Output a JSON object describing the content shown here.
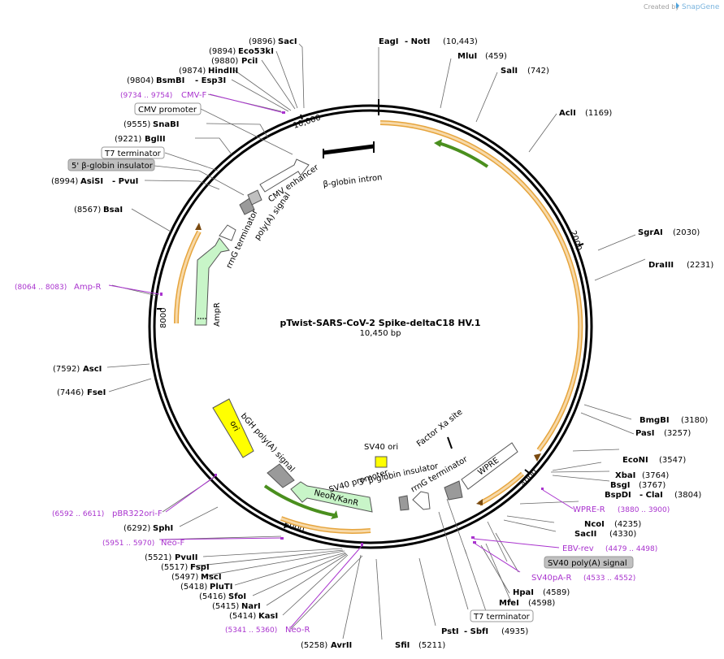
{
  "header": {
    "created_by": "Created by",
    "brand": "SnapGene"
  },
  "plasmid": {
    "name": "pTwist-SARS-CoV-2 Spike-deltaC18 HV.1",
    "length": "10,450 bp"
  },
  "ruler": [
    "10,000",
    "2000",
    "4000",
    "6000",
    "8000"
  ],
  "enzymes": [
    {
      "pos": "(9896)",
      "name": "SacI"
    },
    {
      "pos": "(9894)",
      "name": "Eco53kI"
    },
    {
      "pos": "(9880)",
      "name": "PciI"
    },
    {
      "pos": "(9874)",
      "name": "HindIII"
    },
    {
      "pos": "(9804)",
      "name": "BsmBI",
      "name2": "- Esp3I"
    },
    {
      "pos": "(9555)",
      "name": "SnaBI"
    },
    {
      "pos": "(9221)",
      "name": "BglII"
    },
    {
      "pos": "(8994)",
      "name": "AsiSI",
      "name2": "- PvuI"
    },
    {
      "pos": "(8567)",
      "name": "BsaI"
    },
    {
      "pos": "(7592)",
      "name": "AscI"
    },
    {
      "pos": "(7446)",
      "name": "FseI"
    },
    {
      "pos": "(6292)",
      "name": "SphI"
    },
    {
      "pos": "(5521)",
      "name": "PvuII"
    },
    {
      "pos": "(5517)",
      "name": "FspI"
    },
    {
      "pos": "(5497)",
      "name": "MscI"
    },
    {
      "pos": "(5418)",
      "name": "PluTI"
    },
    {
      "pos": "(5416)",
      "name": "SfoI"
    },
    {
      "pos": "(5415)",
      "name": "NarI"
    },
    {
      "pos": "(5414)",
      "name": "KasI"
    },
    {
      "pos": "(5258)",
      "name": "AvrII"
    },
    {
      "pos": "(5211)",
      "name": "SfiI"
    },
    {
      "name": "EagI",
      "name2": "- NotI",
      "pos": "(10,443)"
    },
    {
      "name": "MluI",
      "pos": "(459)"
    },
    {
      "name": "SalI",
      "pos": "(742)"
    },
    {
      "name": "AclI",
      "pos": "(1169)"
    },
    {
      "name": "SgrAI",
      "pos": "(2030)"
    },
    {
      "name": "DraIII",
      "pos": "(2231)"
    },
    {
      "name": "BmgBI",
      "pos": "(3180)"
    },
    {
      "name": "PasI",
      "pos": "(3257)"
    },
    {
      "name": "EcoNI",
      "pos": "(3547)"
    },
    {
      "name": "XbaI",
      "pos": "(3764)"
    },
    {
      "name": "BsgI",
      "pos": "(3767)"
    },
    {
      "name": "BspDI",
      "name2": "- ClaI",
      "pos": "(3804)"
    },
    {
      "name": "NcoI",
      "pos": "(4235)"
    },
    {
      "name": "SacII",
      "pos": "(4330)"
    },
    {
      "name": "HpaI",
      "pos": "(4589)"
    },
    {
      "name": "MfeI",
      "pos": "(4598)"
    },
    {
      "name": "PstI",
      "name2": "- SbfI",
      "pos": "(4935)"
    }
  ],
  "primers": [
    {
      "range": "(9734 .. 9754)",
      "name": "CMV-F"
    },
    {
      "range": "(8064 .. 8083)",
      "name": "Amp-R"
    },
    {
      "range": "(6592 .. 6611)",
      "name": "pBR322ori-F"
    },
    {
      "range": "(5951 .. 5970)",
      "name": "Neo-F"
    },
    {
      "range": "(5341 .. 5360)",
      "name": "Neo-R"
    },
    {
      "name": "WPRE-R",
      "range": "(3880 .. 3900)"
    },
    {
      "name": "EBV-rev",
      "range": "(4479 .. 4498)"
    },
    {
      "name": "SV40pA-R",
      "range": "(4533 .. 4552)"
    }
  ],
  "boxed_labels": [
    "CMV promoter",
    "T7 terminator",
    "5' β-globin insulator",
    "SV40 poly(A) signal",
    "T7 terminator"
  ],
  "features": [
    "CMV enhancer",
    "β-globin intron",
    "poly(A) signal",
    "rrnG terminator",
    "AmpR",
    "ori",
    "bGH poly(A) signal",
    "NeoR/KanR",
    "SV40 promoter",
    "SV40 ori",
    "3' β-globin insulator",
    "rrnG terminator",
    "Factor Xa site",
    "WPRE"
  ],
  "colors": {
    "enzyme": "#000000",
    "primer": "#a933ce",
    "orf": "#e6a43c",
    "orf_fill": "#f7d9a8",
    "green_arrow": "#4a8f1e",
    "gene": "#c8f5c8",
    "ori": "#ffff00",
    "grey_box": "#c0c0c0"
  }
}
